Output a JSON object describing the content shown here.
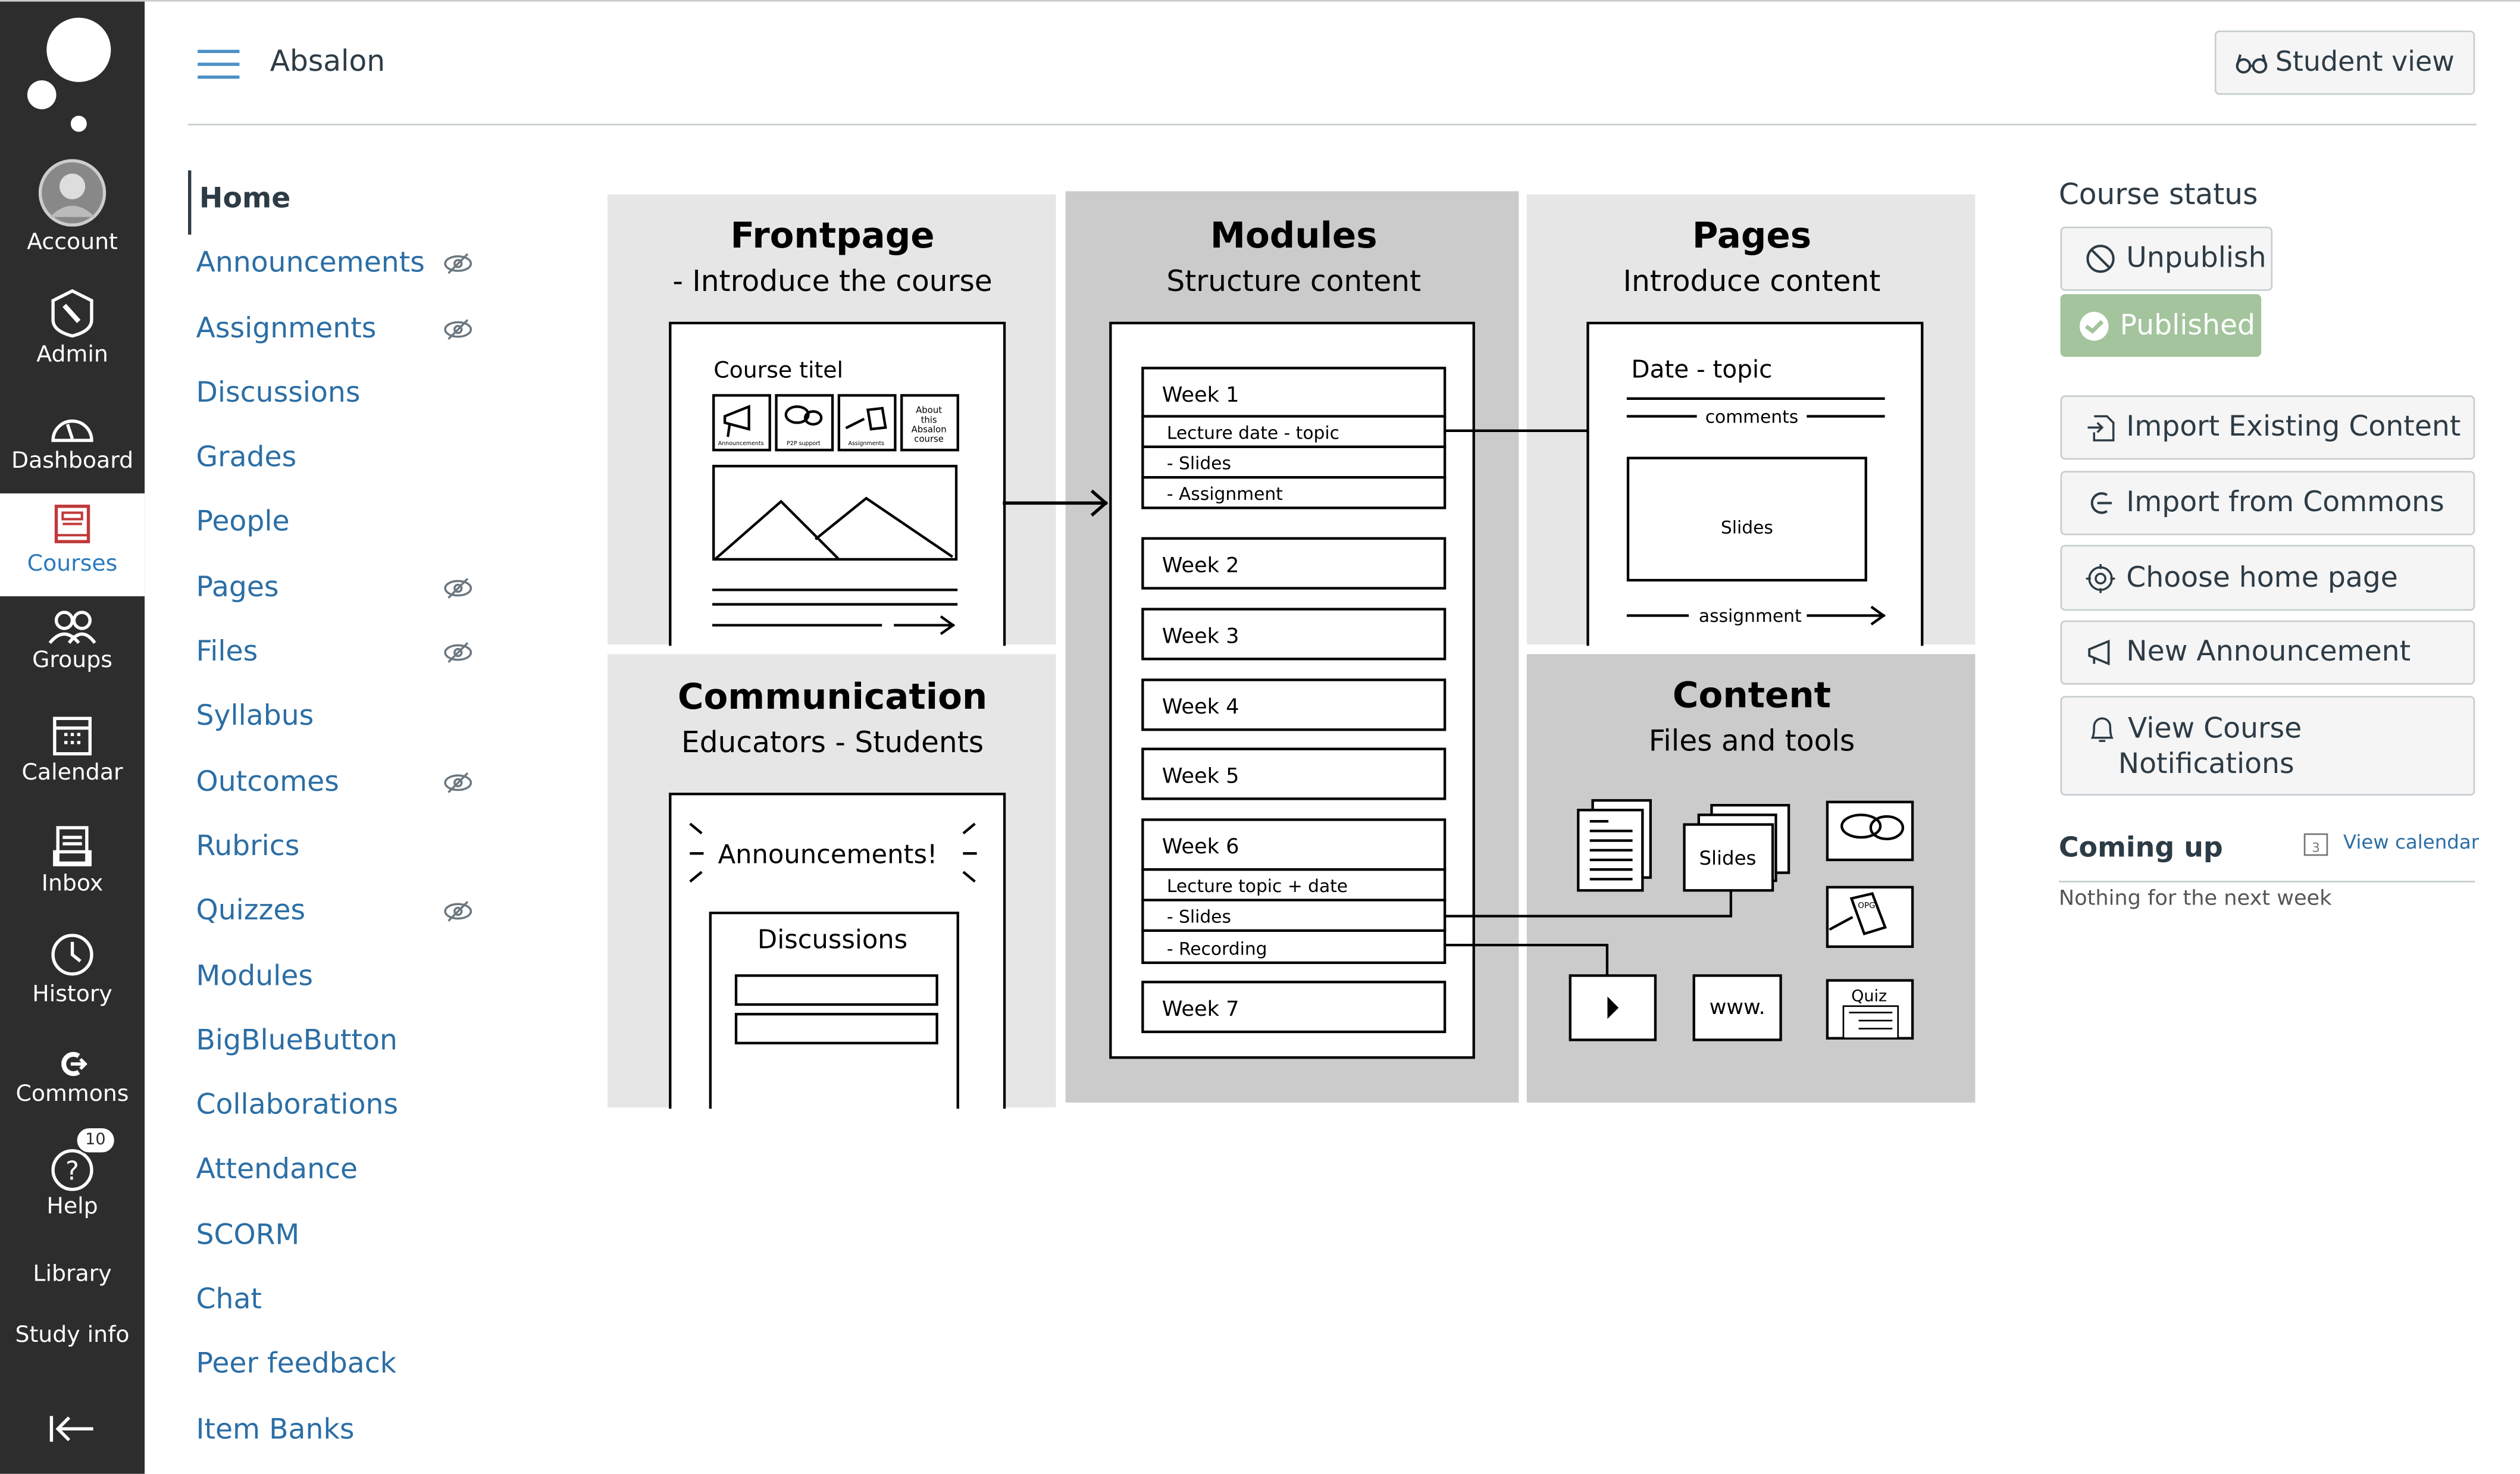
{
  "global_nav": {
    "items": [
      {
        "label": "Account",
        "icon": "avatar"
      },
      {
        "label": "Admin",
        "icon": "shield-wrench-icon"
      },
      {
        "label": "Dashboard",
        "icon": "speedometer-icon"
      },
      {
        "label": "Courses",
        "icon": "book-icon"
      },
      {
        "label": "Groups",
        "icon": "people-icon"
      },
      {
        "label": "Calendar",
        "icon": "calendar-icon"
      },
      {
        "label": "Inbox",
        "icon": "inbox-icon"
      },
      {
        "label": "History",
        "icon": "clock-icon"
      },
      {
        "label": "Commons",
        "icon": "commons-icon"
      },
      {
        "label": "Help",
        "icon": "help-icon",
        "badge": "10"
      },
      {
        "label": "Library"
      },
      {
        "label": "Study info"
      }
    ],
    "active": "Courses",
    "active_color": "#2b7abc"
  },
  "header": {
    "breadcrumb": "Absalon",
    "student_view": "Student view"
  },
  "course_nav": [
    {
      "label": "Home",
      "hidden": false
    },
    {
      "label": "Announcements",
      "hidden": true
    },
    {
      "label": "Assignments",
      "hidden": true
    },
    {
      "label": "Discussions",
      "hidden": false
    },
    {
      "label": "Grades",
      "hidden": false
    },
    {
      "label": "People",
      "hidden": false
    },
    {
      "label": "Pages",
      "hidden": true
    },
    {
      "label": "Files",
      "hidden": true
    },
    {
      "label": "Syllabus",
      "hidden": false
    },
    {
      "label": "Outcomes",
      "hidden": true
    },
    {
      "label": "Rubrics",
      "hidden": false
    },
    {
      "label": "Quizzes",
      "hidden": true
    },
    {
      "label": "Modules",
      "hidden": false
    },
    {
      "label": "BigBlueButton",
      "hidden": false
    },
    {
      "label": "Collaborations",
      "hidden": false
    },
    {
      "label": "Attendance",
      "hidden": false
    },
    {
      "label": "SCORM",
      "hidden": false
    },
    {
      "label": "Chat",
      "hidden": false
    },
    {
      "label": "Peer feedback",
      "hidden": false
    },
    {
      "label": "Item Banks",
      "hidden": false
    }
  ],
  "diagram": {
    "frontpage": {
      "title": "Frontpage",
      "subtitle": "- Introduce the course",
      "course_title": "Course titel",
      "tiles": [
        "Announcements",
        "P2P support",
        "Assignments"
      ],
      "about_tile": [
        "About",
        "this",
        "Absalon",
        "course"
      ]
    },
    "modules": {
      "title": "Modules",
      "subtitle": "Structure content",
      "week1": "Week 1",
      "week1_items": [
        "Lecture date - topic",
        " - Slides",
        " - Assignment"
      ],
      "weeks": [
        "Week 2",
        "Week 3",
        "Week 4",
        "Week 5"
      ],
      "week6": "Week 6",
      "week6_items": [
        "Lecture topic + date",
        " - Slides",
        " - Recording"
      ],
      "week7": "Week 7"
    },
    "pages": {
      "title": "Pages",
      "subtitle": "Introduce content",
      "date_topic": "Date - topic",
      "comments": "comments",
      "slides": "Slides",
      "assignment": "assignment"
    },
    "communication": {
      "title": "Communication",
      "subtitle": "Educators - Students",
      "announcements": "Announcements!",
      "discussions": "Discussions"
    },
    "content": {
      "title": "Content",
      "subtitle": "Files and tools",
      "slides": "Slides",
      "www": "www.",
      "quiz": "Quiz",
      "opg": "OPG."
    }
  },
  "sidebar": {
    "course_status": "Course status",
    "unpublish": "Unpublish",
    "published": "Published",
    "published_color": "#a3c49c",
    "actions": [
      "Import Existing Content",
      "Import from Commons",
      "Choose home page",
      "New Announcement",
      "View Course Notifications"
    ],
    "coming_up": "Coming up",
    "view_calendar": "View calendar",
    "calendar_day": "3",
    "nothing": "Nothing for the next week"
  }
}
